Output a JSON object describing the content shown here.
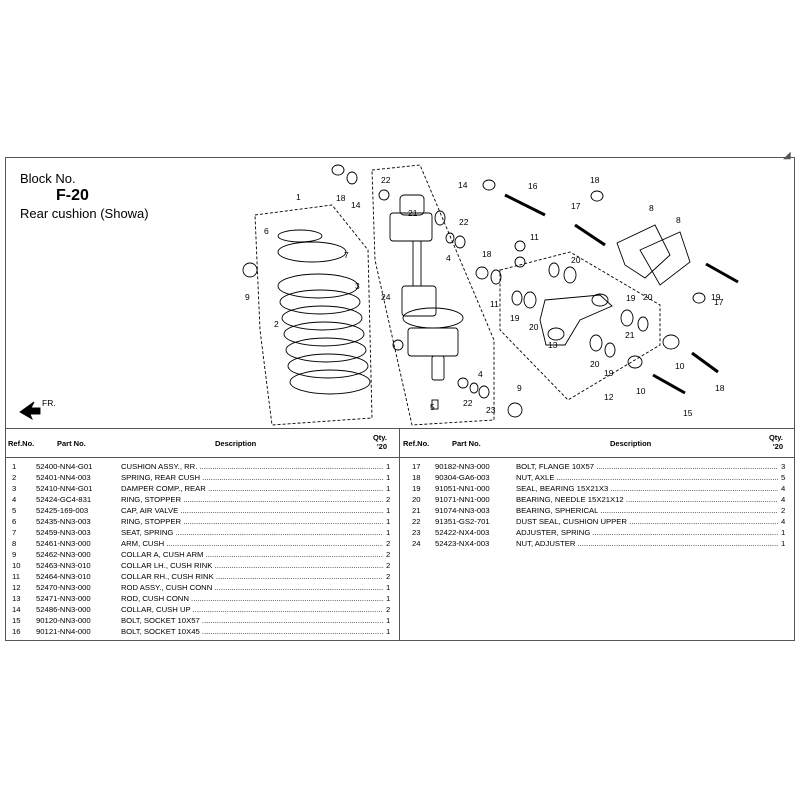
{
  "header": {
    "block_label": "Block No.",
    "block_code": "F-20",
    "title": "Rear cushion (Showa)"
  },
  "diagram": {
    "front_label": "FR.",
    "callouts": [
      "1",
      "2",
      "3",
      "4",
      "4",
      "5",
      "6",
      "7",
      "8",
      "8",
      "9",
      "9",
      "10",
      "10",
      "11",
      "11",
      "12",
      "13",
      "14",
      "14",
      "15",
      "16",
      "17",
      "17",
      "18",
      "18",
      "18",
      "18",
      "19",
      "19",
      "19",
      "19",
      "20",
      "20",
      "20",
      "20",
      "21",
      "21",
      "22",
      "22",
      "22",
      "23",
      "24"
    ]
  },
  "table": {
    "headers": {
      "ref": "Ref.No.",
      "part": "Part No.",
      "desc": "Description",
      "qty_line1": "Qty.",
      "qty_line2": "'20"
    },
    "left_rows": [
      {
        "ref": "1",
        "part": "52400-NN4-G01",
        "desc": "CUSHION ASSY., RR.",
        "qty": "1"
      },
      {
        "ref": "2",
        "part": "52401-NN4-003",
        "desc": "SPRING, REAR CUSH",
        "qty": "1"
      },
      {
        "ref": "3",
        "part": "52410-NN4-G01",
        "desc": "DAMPER COMP., REAR",
        "qty": "1"
      },
      {
        "ref": "4",
        "part": "52424-GC4-831",
        "desc": "RING, STOPPER",
        "qty": "2"
      },
      {
        "ref": "5",
        "part": "52425-169-003",
        "desc": "CAP, AIR VALVE",
        "qty": "1"
      },
      {
        "ref": "6",
        "part": "52435-NN3-003",
        "desc": "RING, STOPPER",
        "qty": "1"
      },
      {
        "ref": "7",
        "part": "52459-NN3-003",
        "desc": "SEAT, SPRING",
        "qty": "1"
      },
      {
        "ref": "8",
        "part": "52461-NN3-000",
        "desc": "ARM, CUSH",
        "qty": "2"
      },
      {
        "ref": "9",
        "part": "52462-NN3-000",
        "desc": "COLLAR A, CUSH ARM",
        "qty": "2"
      },
      {
        "ref": "10",
        "part": "52463-NN3-010",
        "desc": "COLLAR LH., CUSH RINK",
        "qty": "2"
      },
      {
        "ref": "11",
        "part": "52464-NN3-010",
        "desc": "COLLAR RH., CUSH RINK",
        "qty": "2"
      },
      {
        "ref": "12",
        "part": "52470-NN3-000",
        "desc": "ROD ASSY., CUSH CONN",
        "qty": "1"
      },
      {
        "ref": "13",
        "part": "52471-NN3-000",
        "desc": "ROD, CUSH CONN",
        "qty": "1"
      },
      {
        "ref": "14",
        "part": "52486-NN3-000",
        "desc": "COLLAR, CUSH UP",
        "qty": "2"
      },
      {
        "ref": "15",
        "part": "90120-NN3-000",
        "desc": "BOLT, SOCKET 10X57",
        "qty": "1"
      },
      {
        "ref": "16",
        "part": "90121-NN4-000",
        "desc": "BOLT, SOCKET 10X45",
        "qty": "1"
      }
    ],
    "right_rows": [
      {
        "ref": "17",
        "part": "90182-NN3-000",
        "desc": "BOLT, FLANGE 10X57",
        "qty": "3"
      },
      {
        "ref": "18",
        "part": "90304-GA6-003",
        "desc": "NUT, AXLE",
        "qty": "5"
      },
      {
        "ref": "19",
        "part": "91051-NN1-000",
        "desc": "SEAL, BEARING 15X21X3",
        "qty": "4"
      },
      {
        "ref": "20",
        "part": "91071-NN1-000",
        "desc": "BEARING, NEEDLE 15X21X12",
        "qty": "4"
      },
      {
        "ref": "21",
        "part": "91074-NN3-003",
        "desc": "BEARING, SPHERICAL",
        "qty": "2"
      },
      {
        "ref": "22",
        "part": "91351-GS2-701",
        "desc": "DUST SEAL, CUSHION UPPER",
        "qty": "4"
      },
      {
        "ref": "23",
        "part": "52422-NX4-003",
        "desc": "ADJUSTER, SPRING",
        "qty": "1"
      },
      {
        "ref": "24",
        "part": "52423-NX4-003",
        "desc": "NUT, ADJUSTER",
        "qty": "1"
      }
    ]
  }
}
